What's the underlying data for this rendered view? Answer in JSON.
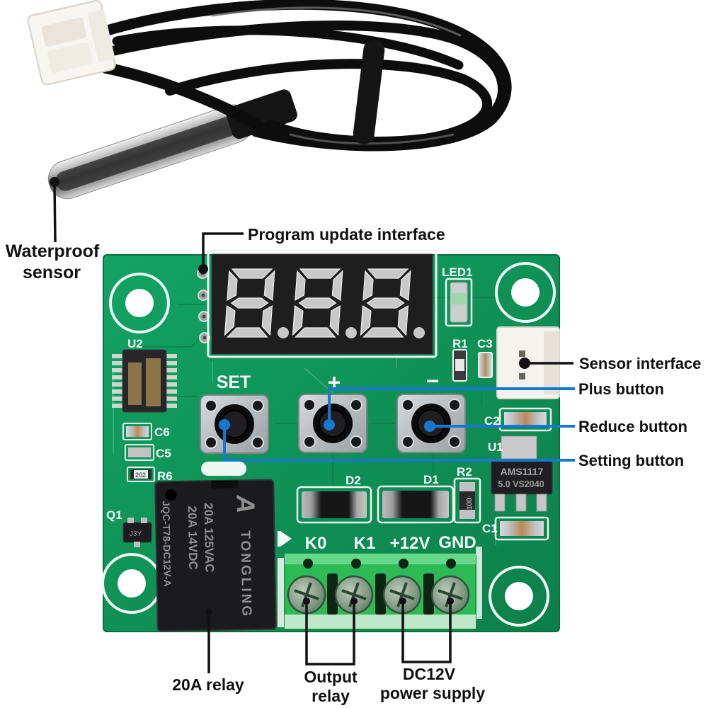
{
  "annotations": {
    "waterproof_sensor": {
      "line1": "Waterproof",
      "line2": "sensor"
    },
    "program_update_interface": "Program update interface",
    "sensor_interface": "Sensor interface",
    "plus_button": "Plus button",
    "reduce_button": "Reduce button",
    "setting_button": "Setting button",
    "relay_20a": "20A relay",
    "output_relay": {
      "line1": "Output",
      "line2": "relay"
    },
    "dc12v_power": {
      "line1": "DC12V",
      "line2": "power supply"
    }
  },
  "board": {
    "buttons": {
      "set": "SET",
      "plus": "+",
      "minus": "−"
    },
    "terminals": {
      "k0": "K0",
      "k1": "K1",
      "v12": "+12V",
      "gnd": "GND"
    },
    "silkscreen": {
      "u2": "U2",
      "c6": "C6",
      "c5": "C5",
      "r6": "R6",
      "q1": "Q1",
      "led1": "LED1",
      "r1": "R1",
      "c3": "C3",
      "c2": "C2",
      "u1": "U1",
      "r2": "R2",
      "c1": "C1",
      "d2": "D2",
      "d1": "D1"
    },
    "regulator": {
      "line1": "AMS1117",
      "line2": "5.0 VS2040"
    },
    "relay": {
      "logo": "A",
      "brand": "TONGLING",
      "spec_a": "20A 125VAC",
      "spec_b": "20A 14VDC",
      "model": "JQC-T78-DC12V-A"
    },
    "markings": {
      "r2": "100",
      "q1": "J3Y",
      "r6": "202"
    }
  },
  "colors": {
    "pcb_green": "#0F9156",
    "terminal_green": "#2DBB57",
    "callout_blue": "#1679D1",
    "callout_black": "#111111",
    "silkscreen_white": "#F2FBF6",
    "display_black": "#1E1E1E",
    "segment_gray": "#C8C8C8"
  }
}
